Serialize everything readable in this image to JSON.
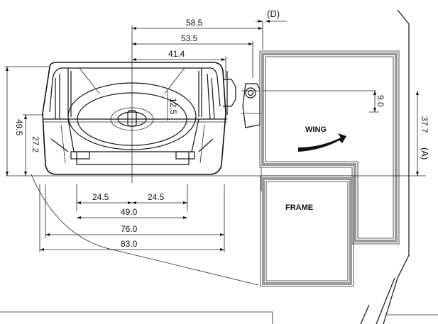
{
  "dimensions": {
    "d583_top": "58.5",
    "d535": "53.5",
    "d414": "41.4",
    "d495": "49.5",
    "d272": "27.2",
    "d125": "12.5",
    "d90": "9.0",
    "d377": "37.7",
    "d245_left": "24.5",
    "d245_right": "24.5",
    "d490": "49.0",
    "d760": "76.0",
    "d830": "83.0"
  },
  "labels": {
    "d_label": "(D)",
    "a_label": "(A)",
    "wing": "WING",
    "frame": "FRAME"
  },
  "colors": {
    "line": "#111111",
    "profile_fill": "#9a9a9a",
    "background": "#ffffff"
  }
}
